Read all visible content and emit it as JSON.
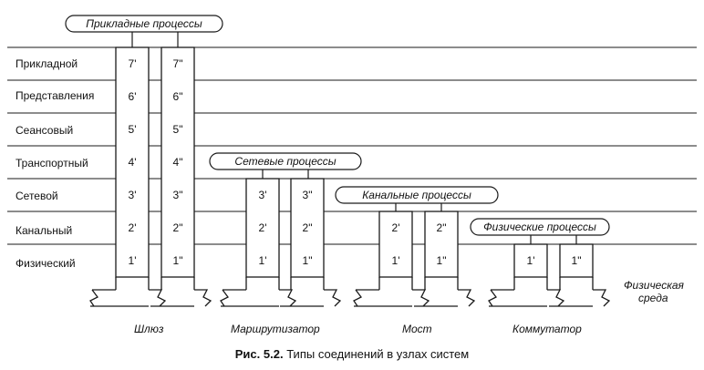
{
  "layers": [
    "Прикладной",
    "Представления",
    "Сеансовый",
    "Транспортный",
    "Сетевой",
    "Канальный",
    "Физический"
  ],
  "process_labels": {
    "applied": "Прикладные процессы",
    "network": "Сетевые процессы",
    "link": "Канальные процессы",
    "physical": "Физические процессы"
  },
  "devices": [
    {
      "name": "Шлюз",
      "left_layers": [
        "7'",
        "6'",
        "5'",
        "4'",
        "3'",
        "2'",
        "1'"
      ],
      "right_layers": [
        "7\"",
        "6\"",
        "5\"",
        "4\"",
        "3\"",
        "2\"",
        "1\""
      ]
    },
    {
      "name": "Маршрутизатор",
      "left_layers": [
        "3'",
        "2'",
        "1'"
      ],
      "right_layers": [
        "3\"",
        "2\"",
        "1\""
      ]
    },
    {
      "name": "Мост",
      "left_layers": [
        "2'",
        "1'"
      ],
      "right_layers": [
        "2\"",
        "1\""
      ]
    },
    {
      "name": "Коммутатор",
      "left_layers": [
        "1'"
      ],
      "right_layers": [
        "1\""
      ]
    }
  ],
  "medium_label_line1": "Физическая",
  "medium_label_line2": "среда",
  "caption": {
    "bold": "Рис. 5.2.",
    "text": " Типы соединений в узлах систем"
  }
}
